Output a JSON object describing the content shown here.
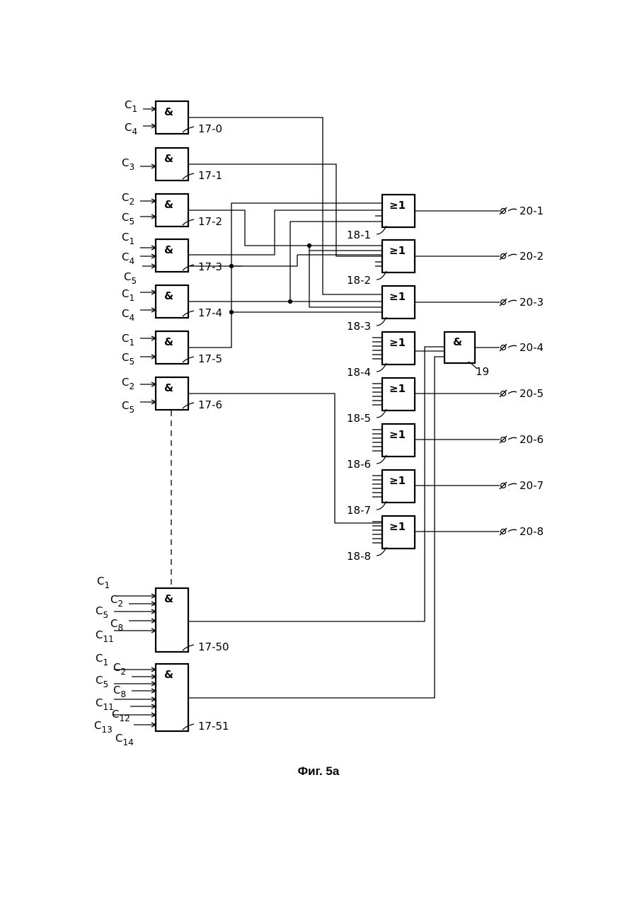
{
  "caption": "Фиг. 5а",
  "and_gates": [
    {
      "id": "17-0",
      "symbol": "&",
      "inputs": [
        {
          "base": "C",
          "sub": "1"
        },
        {
          "base": "C",
          "sub": "4"
        }
      ]
    },
    {
      "id": "17-1",
      "symbol": "&",
      "inputs": [
        {
          "base": "C",
          "sub": "3"
        }
      ]
    },
    {
      "id": "17-2",
      "symbol": "&",
      "inputs": [
        {
          "base": "C",
          "sub": "2"
        },
        {
          "base": "C",
          "sub": "5"
        }
      ]
    },
    {
      "id": "17-3",
      "symbol": "&",
      "inputs": [
        {
          "base": "C",
          "sub": "1"
        },
        {
          "base": "C",
          "sub": "4"
        },
        {
          "base": "C",
          "sub": "5"
        }
      ]
    },
    {
      "id": "17-4",
      "symbol": "&",
      "inputs": [
        {
          "base": "C",
          "sub": "1"
        },
        {
          "base": "C",
          "sub": "4"
        }
      ]
    },
    {
      "id": "17-5",
      "symbol": "&",
      "inputs": [
        {
          "base": "C",
          "sub": "1"
        },
        {
          "base": "C",
          "sub": "5"
        }
      ]
    },
    {
      "id": "17-6",
      "symbol": "&",
      "inputs": [
        {
          "base": "C",
          "sub": "2"
        },
        {
          "base": "C",
          "sub": "5"
        }
      ]
    },
    {
      "id": "17-50",
      "symbol": "&",
      "inputs": [
        {
          "base": "C",
          "sub": "1"
        },
        {
          "base": "C",
          "sub": "2"
        },
        {
          "base": "C",
          "sub": "5"
        },
        {
          "base": "C",
          "sub": "8"
        },
        {
          "base": "C",
          "sub": "11"
        }
      ]
    },
    {
      "id": "17-51",
      "symbol": "&",
      "inputs": [
        {
          "base": "C",
          "sub": "1"
        },
        {
          "base": "C",
          "sub": "2"
        },
        {
          "base": "C",
          "sub": "5"
        },
        {
          "base": "C",
          "sub": "8"
        },
        {
          "base": "C",
          "sub": "11"
        },
        {
          "base": "C",
          "sub": "12"
        },
        {
          "base": "C",
          "sub": "13"
        },
        {
          "base": "C",
          "sub": "14"
        }
      ]
    }
  ],
  "or_gates": [
    {
      "id": "18-1",
      "symbol": "≥1",
      "output": "20-1"
    },
    {
      "id": "18-2",
      "symbol": "≥1",
      "output": "20-2"
    },
    {
      "id": "18-3",
      "symbol": "≥1",
      "output": "20-3"
    },
    {
      "id": "18-4",
      "symbol": "≥1",
      "output": "20-4"
    },
    {
      "id": "18-5",
      "symbol": "≥1",
      "output": "20-5"
    },
    {
      "id": "18-6",
      "symbol": "≥1",
      "output": "20-6"
    },
    {
      "id": "18-7",
      "symbol": "≥1",
      "output": "20-7"
    },
    {
      "id": "18-8",
      "symbol": "≥1",
      "output": "20-8"
    }
  ],
  "gate_19": {
    "id": "19",
    "symbol": "&"
  }
}
